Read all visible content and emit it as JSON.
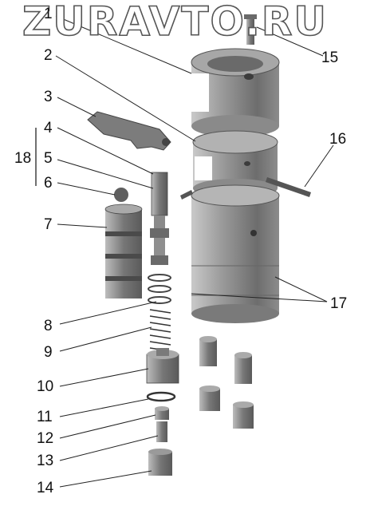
{
  "watermark": "ZURAVTO.RU",
  "labels": {
    "l1": "1",
    "l2": "2",
    "l3": "3",
    "l4": "4",
    "l5": "5",
    "l6": "6",
    "l7": "7",
    "l8": "8",
    "l9": "9",
    "l10": "10",
    "l11": "11",
    "l12": "12",
    "l13": "13",
    "l14": "14",
    "l15": "15",
    "l16": "16",
    "l17": "17",
    "l18": "18"
  }
}
